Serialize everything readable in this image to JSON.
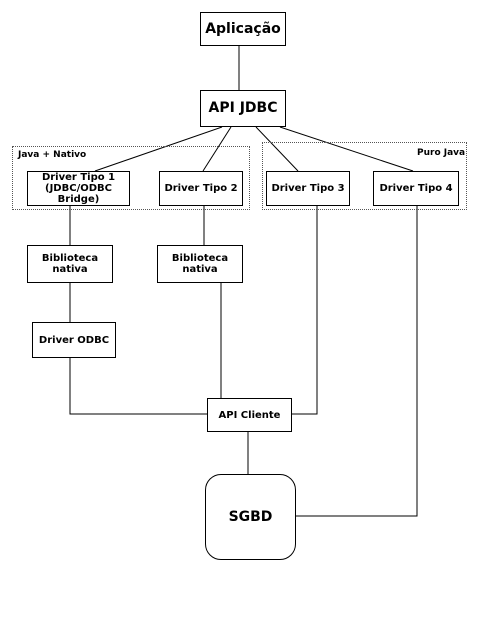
{
  "nodes": {
    "aplicacao": "Aplicação",
    "api_jdbc": "API JDBC",
    "driver1_line1": "Driver Tipo 1",
    "driver1_line2": "(JDBC/ODBC Bridge)",
    "driver2": "Driver Tipo 2",
    "driver3": "Driver Tipo 3",
    "driver4": "Driver Tipo 4",
    "biblioteca1": "Biblioteca nativa",
    "biblioteca2": "Biblioteca nativa",
    "driver_odbc": "Driver ODBC",
    "api_cliente": "API Cliente",
    "sgbd": "SGBD"
  },
  "groups": {
    "java_nativo": "Java + Nativo",
    "puro_java": "Puro Java"
  }
}
